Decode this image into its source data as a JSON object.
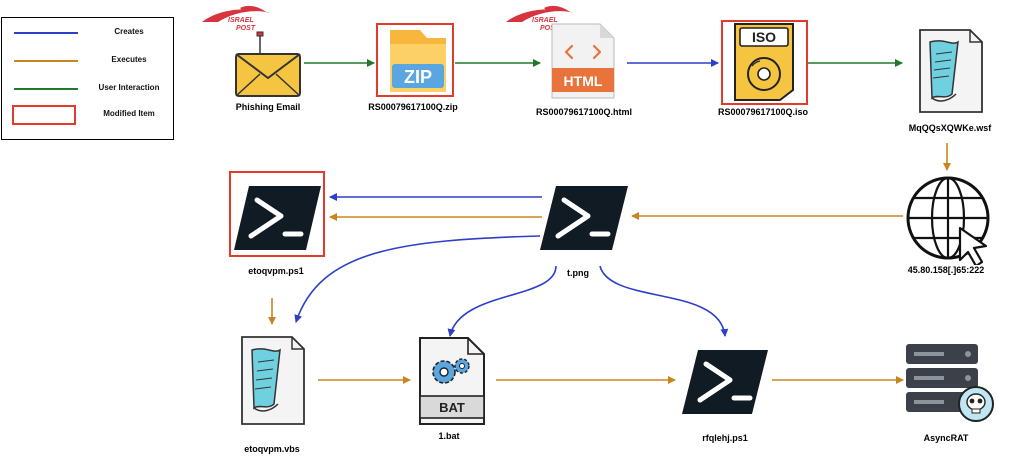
{
  "legend": {
    "items": [
      {
        "label": "Creates",
        "kind": "line",
        "color": "#2e3fc7"
      },
      {
        "label": "Executes",
        "kind": "line",
        "color": "#c8871e"
      },
      {
        "label": "User Interaction",
        "kind": "line",
        "color": "#1f7a2a"
      },
      {
        "label": "Modified Item",
        "kind": "box",
        "color": "#e23b2e"
      }
    ]
  },
  "brand": {
    "logo_text": "ISRAEL POST"
  },
  "nodes": {
    "phishing_email": {
      "label": "Phishing Email"
    },
    "zip": {
      "label": "RS00079617100Q.zip",
      "badge": "ZIP"
    },
    "html": {
      "label": "RS00079617100Q.html",
      "badge": "HTML"
    },
    "iso": {
      "label": "RS00079617100Q.iso",
      "badge": "ISO"
    },
    "wsf": {
      "label": "MqQQsXQWKe.wsf"
    },
    "ip": {
      "label": "45.80.158[.]65:222"
    },
    "png": {
      "label": "t.png"
    },
    "ps1_mod": {
      "label": "etoqvpm.ps1"
    },
    "vbs": {
      "label": "etoqvpm.vbs"
    },
    "bat": {
      "label": "1.bat",
      "badge": "BAT"
    },
    "ps1_rfq": {
      "label": "rfqlehj.ps1"
    },
    "rat": {
      "label": "AsyncRAT"
    }
  },
  "colors": {
    "creates": "#2e3fc7",
    "executes": "#c8871e",
    "user_interaction": "#1f7a2a",
    "modified": "#e23b2e",
    "powershell_bg": "#111b24"
  }
}
